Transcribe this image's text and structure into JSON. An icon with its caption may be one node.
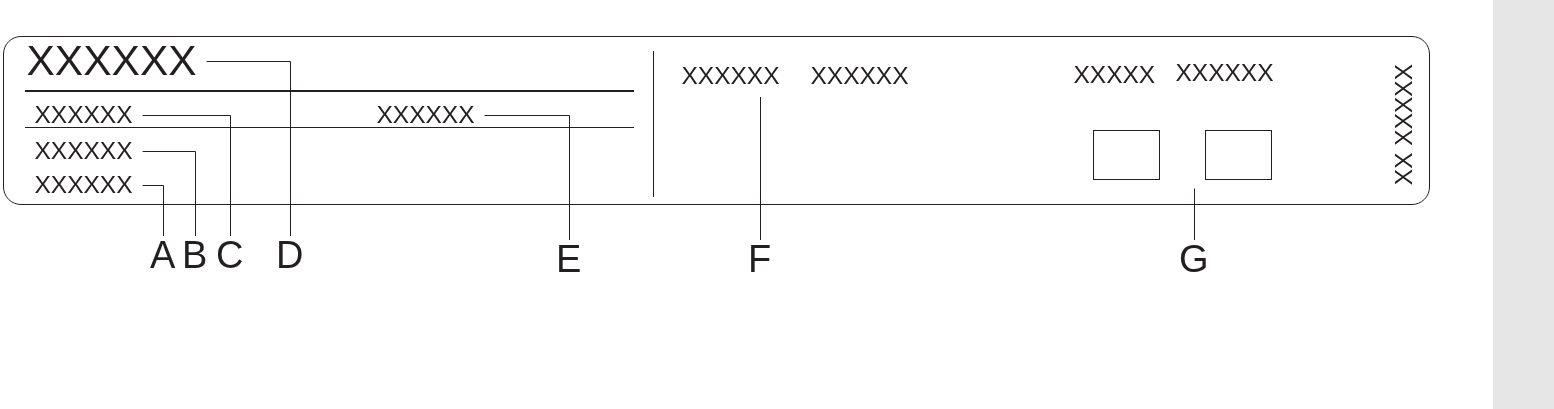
{
  "diagram": {
    "nodes": [
      {
        "text": [
          "XXXXXX",
          "XXXXX",
          "XXXXXX",
          "XX XXXXX"
        ]
      },
      {
        "text": [
          "XXXXXX"
        ],
        "in": 0
      },
      {
        "text": [
          "XXXXXX"
        ],
        "in": 0
      },
      {
        "text": [
          "XXXXXX"
        ],
        "in": 0
      },
      {
        "text": [
          "XXXXXX"
        ],
        "in": 0
      },
      {
        "text": [
          "XXXXXX"
        ],
        "in": 0
      },
      {
        "text": [
          "XXXXXX"
        ],
        "in": 0
      },
      {
        "text": [],
        "shape": "box",
        "in": 0
      },
      {
        "text": [],
        "shape": "box",
        "in": 0
      },
      {
        "text": [
          "A"
        ]
      },
      {
        "text": [
          "B"
        ]
      },
      {
        "text": [
          "C"
        ]
      },
      {
        "text": [
          "D"
        ]
      },
      {
        "text": [
          "E"
        ]
      },
      {
        "text": [
          "F"
        ]
      },
      {
        "text": [
          "G"
        ]
      }
    ],
    "edges": [
      {
        "from": 9,
        "to": 5,
        "arrow": "none"
      },
      {
        "from": 10,
        "to": 4,
        "arrow": "none"
      },
      {
        "from": 11,
        "to": 2,
        "arrow": "none"
      },
      {
        "from": 12,
        "to": 1,
        "arrow": "none"
      },
      {
        "from": 13,
        "to": 3,
        "arrow": "none"
      },
      {
        "from": 14,
        "to": 6,
        "arrow": "none"
      },
      {
        "from": 15,
        "to": 8,
        "arrow": "none"
      }
    ]
  }
}
